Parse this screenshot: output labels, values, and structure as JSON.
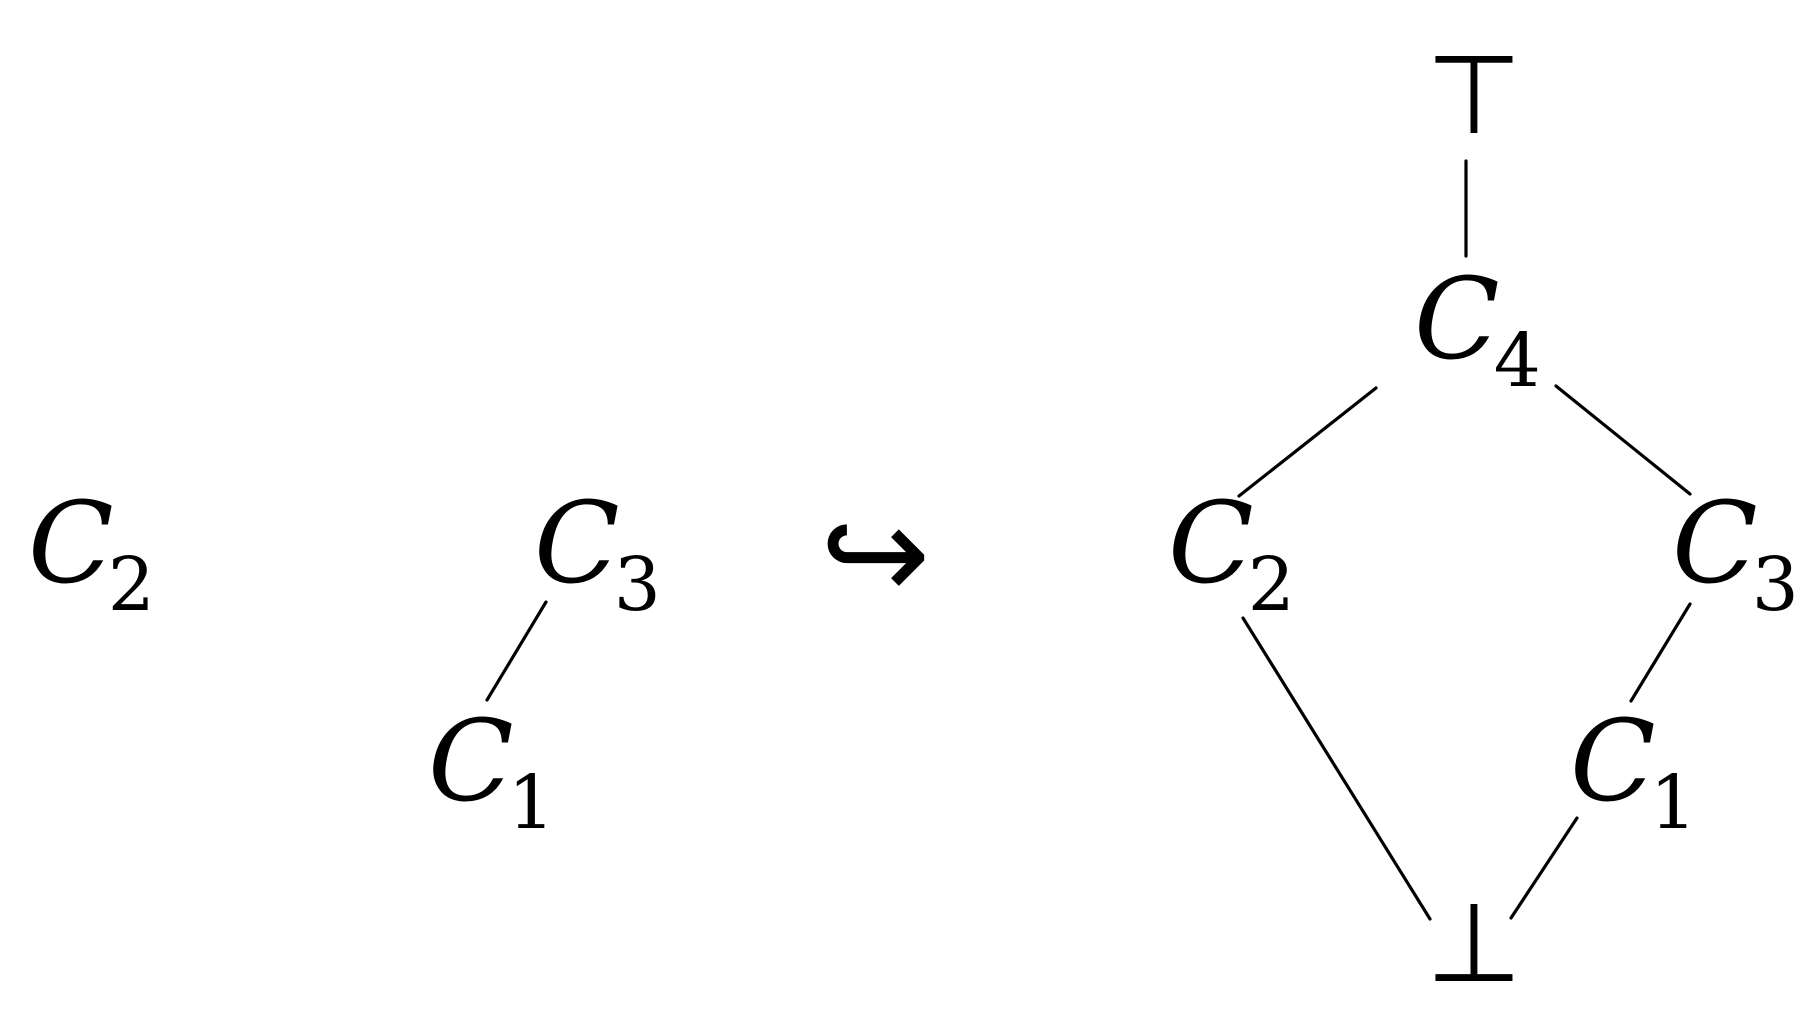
{
  "diagram": {
    "left": {
      "c2": {
        "base": "C",
        "sub": "2"
      },
      "c3": {
        "base": "C",
        "sub": "3"
      },
      "c1": {
        "base": "C",
        "sub": "1"
      }
    },
    "arrow": "↪",
    "right": {
      "top": "⊤",
      "c4": {
        "base": "C",
        "sub": "4"
      },
      "c2": {
        "base": "C",
        "sub": "2"
      },
      "c3": {
        "base": "C",
        "sub": "3"
      },
      "c1": {
        "base": "C",
        "sub": "1"
      },
      "bottom": "⊥"
    },
    "colors": {
      "ink": "#000000",
      "background": "#ffffff"
    }
  }
}
